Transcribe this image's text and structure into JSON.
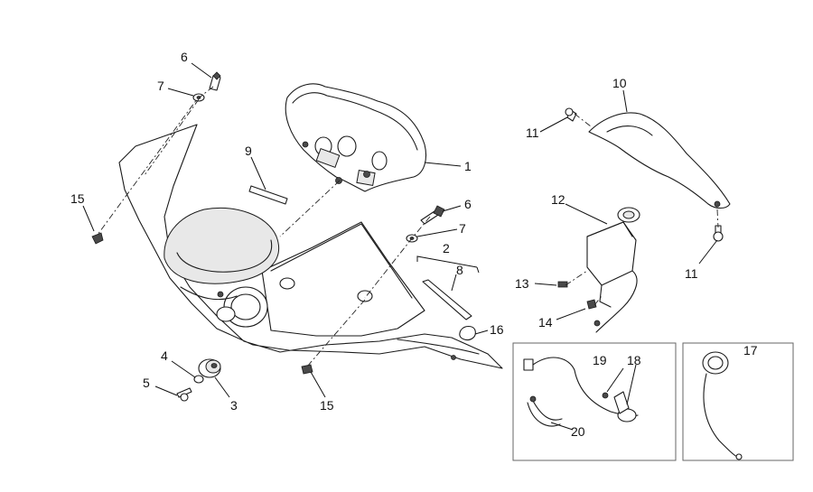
{
  "callouts": {
    "c1": "1",
    "c2": "2",
    "c3": "3",
    "c4": "4",
    "c5": "5",
    "c6a": "6",
    "c6b": "6",
    "c7a": "7",
    "c7b": "7",
    "c8": "8",
    "c9": "9",
    "c10": "10",
    "c11a": "11",
    "c11b": "11",
    "c12": "12",
    "c13": "13",
    "c14": "14",
    "c15a": "15",
    "c15b": "15",
    "c16": "16",
    "c17": "17",
    "c18": "18",
    "c19": "19",
    "c20": "20"
  }
}
